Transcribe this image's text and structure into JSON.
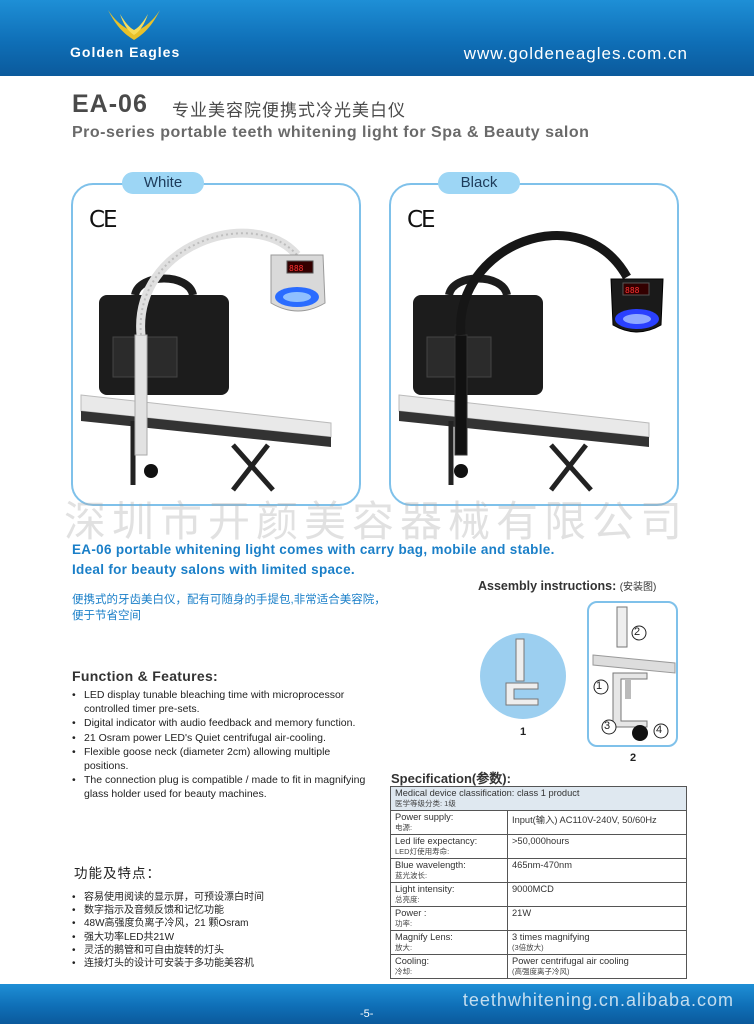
{
  "header": {
    "brand": "Golden Eagles",
    "website": "www.goldeneagles.com.cn"
  },
  "title": {
    "model": "EA-06",
    "name_cn": "专业美容院便携式冷光美白仪",
    "subtitle": "Pro-series portable teeth whitening light for Spa & Beauty salon"
  },
  "variants": [
    {
      "label": "White",
      "mark": "CE",
      "lamp_color": "#d9d9d9"
    },
    {
      "label": "Black",
      "mark": "CE",
      "lamp_color": "#1a1a1a"
    }
  ],
  "watermark": "深圳市开颜美容器械有限公司",
  "blurb": {
    "line1": "EA-06 portable whitening light comes with carry bag, mobile and stable.",
    "line2": "Ideal for beauty salons with limited space.",
    "cn1": "便携式的牙齿美白仪，配有可随身的手提包,非常适合美容院，",
    "cn2": "便于节省空间"
  },
  "assembly": {
    "title": "Assembly instructions:",
    "title_cn": "(安装图)",
    "fig1": "1",
    "fig2": "2",
    "steps": [
      "1",
      "2",
      "3",
      "4"
    ]
  },
  "features": {
    "title": "Function & Features:",
    "items": [
      "LED display tunable bleaching time with microprocessor controlled timer pre-sets.",
      "Digital indicator with audio feedback and memory function.",
      "21 Osram power LED's Quiet centrifugal air-cooling.",
      "Flexible goose neck (diameter 2cm) allowing multiple positions.",
      "The connection plug is compatible / made to fit in magnifying glass holder used for beauty machines."
    ]
  },
  "features_cn": {
    "title": "功能及特点：",
    "items": [
      "容易使用阅读的显示屏，可预设漂白时间",
      "数字指示及音频反馈和记忆功能",
      "48W高强度负离子冷风，21 颗Osram",
      "强大功率LED共21W",
      "灵活的鹅管和可自由旋转的灯头",
      "连接灯头的设计可安装于多功能美容机"
    ]
  },
  "specification": {
    "title": "Specification(参数):",
    "classification": {
      "en": "Medical device classification: class 1 product",
      "cn": "医学等级分类:    1级"
    },
    "rows": [
      {
        "label": "Power supply:",
        "label_cn": "电源:",
        "value": "Input(输入) AC110V-240V, 50/60Hz",
        "value_cn": ""
      },
      {
        "label": "Led life expectancy:",
        "label_cn": "LED灯使用寿命:",
        "value": ">50,000hours",
        "value_cn": ""
      },
      {
        "label": "Blue wavelength:",
        "label_cn": "蓝光波长:",
        "value": "465nm-470nm",
        "value_cn": ""
      },
      {
        "label": "Light intensity:",
        "label_cn": "总亮度:",
        "value": "9000MCD",
        "value_cn": ""
      },
      {
        "label": "Power :",
        "label_cn": "功率:",
        "value": "21W",
        "value_cn": ""
      },
      {
        "label": "Magnify Lens:",
        "label_cn": "放大:",
        "value": "3 times magnifying",
        "value_cn": "(3倍放大)"
      },
      {
        "label": "Cooling:",
        "label_cn": "冷却:",
        "value": "Power centrifugal air cooling",
        "value_cn": "(高强度离子冷风)"
      }
    ]
  },
  "footer": {
    "website": "teethwhitening.cn.alibaba.com",
    "page": "-5-"
  }
}
